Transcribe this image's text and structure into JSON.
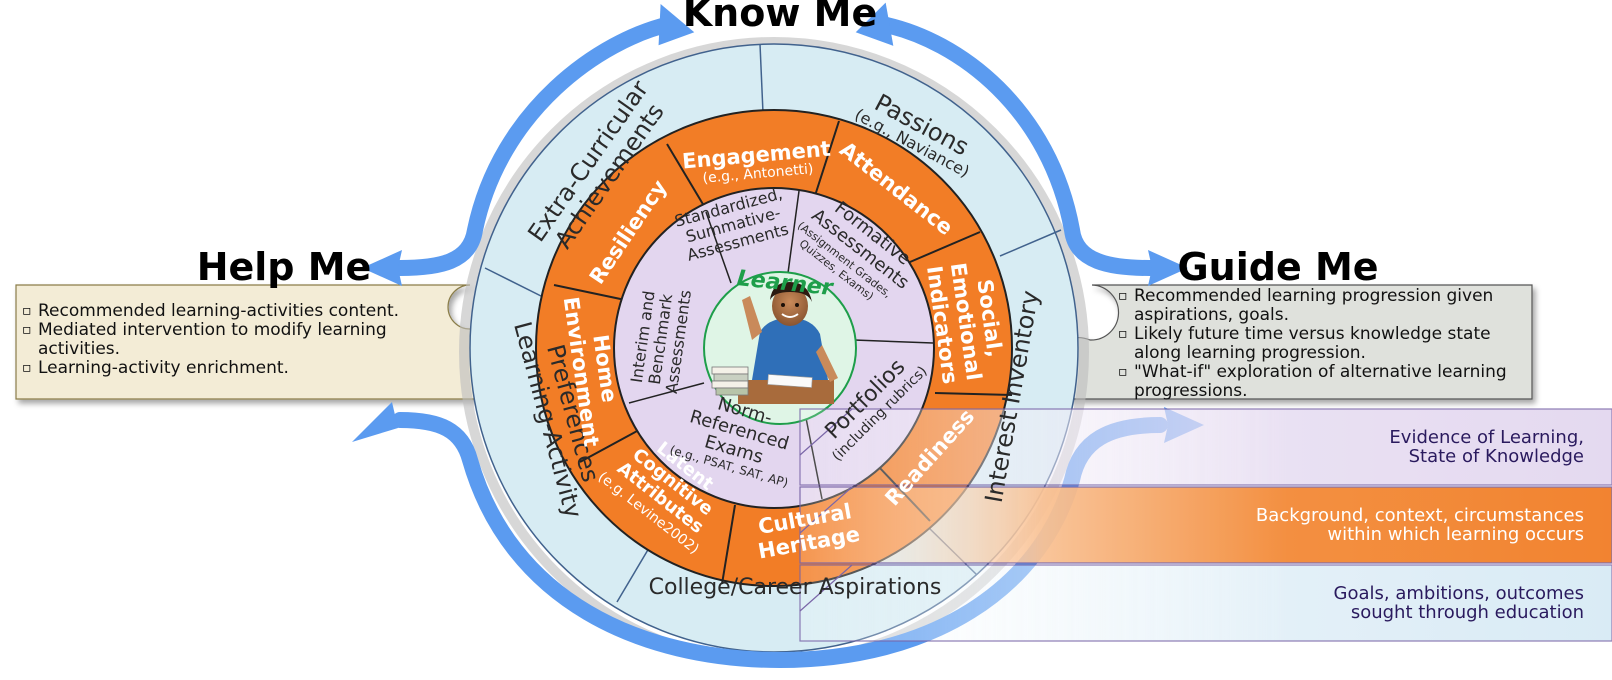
{
  "headings": {
    "know_me": "Know Me",
    "help_me": "Help Me",
    "guide_me": "Guide Me"
  },
  "outer_ring": {
    "extra_curricular": [
      "Extra-Curricular",
      "Achievements"
    ],
    "passions": "Passions",
    "passions_example": "(e.g., Naviance)",
    "learning_activity": [
      "Learning-Activity",
      "Preferences"
    ],
    "interest_inventory": "Interest Inventory",
    "college_career": "College/Career Aspirations"
  },
  "middle_ring": {
    "engagement": "Engagement",
    "engagement_example": "(e.g., Antonetti)",
    "attendance": "Attendance",
    "social_emotional": [
      "Social,",
      "Emotional",
      "Indicators"
    ],
    "readiness": "Readiness",
    "cultural_heritage": [
      "Cultural",
      "Heritage"
    ],
    "latent_cognitive": [
      "Latent",
      "Cognitive",
      "Attributes"
    ],
    "latent_cognitive_example": "(e.g. Levine2002)",
    "home_environment": [
      "Home",
      "Environment"
    ],
    "resiliency": "Resiliency"
  },
  "inner_ring": {
    "standardized": [
      "Standardized,",
      "Summative-",
      "Assessments"
    ],
    "formative": [
      "Formative",
      "Assessments"
    ],
    "formative_example": [
      "(Assignment Grades,",
      "Quizzes, Exams)"
    ],
    "portfolios": "Portfolios",
    "portfolios_example": "(including rubrics)",
    "norm_referenced": [
      "Norm-",
      "Referenced",
      "Exams"
    ],
    "norm_example": "(e.g., PSAT, SAT, AP)",
    "interim": [
      "Interim and",
      "Benchmark",
      "Assessments"
    ]
  },
  "center": {
    "label": "Learner"
  },
  "help_panel": {
    "items": [
      "Recommended learning-activities content.",
      "Mediated intervention to modify learning activities.",
      "Learning-activity enrichment."
    ]
  },
  "guide_panel": {
    "items": [
      "Recommended learning progression given aspirations, goals.",
      "Likely future time versus knowledge state along learning progression.",
      "\"What-if\" exploration of alternative learning progressions."
    ]
  },
  "legend": [
    {
      "text": "Evidence of Learning,\nState of Knowledge",
      "color": "#2a1a5e"
    },
    {
      "text": "Background, context, circumstances\nwithin which learning occurs",
      "color": "#ffffff"
    },
    {
      "text": "Goals, ambitions, outcomes\nsought through education",
      "color": "#2a1a5e"
    }
  ],
  "colors": {
    "outer_ring": "#d7ecf3",
    "middle_ring": "#f27d26",
    "inner_ring": "#e3d6ef",
    "center": "#dff5e6",
    "arrow": "#5b9bf0",
    "help_panel": "#f3ecd6",
    "guide_panel": "#dfe1dc",
    "legend_purple": "#e4daf0",
    "legend_orange": "#f27d26",
    "legend_blue": "#dcecf6",
    "learner_label": "#1e9e4a"
  }
}
